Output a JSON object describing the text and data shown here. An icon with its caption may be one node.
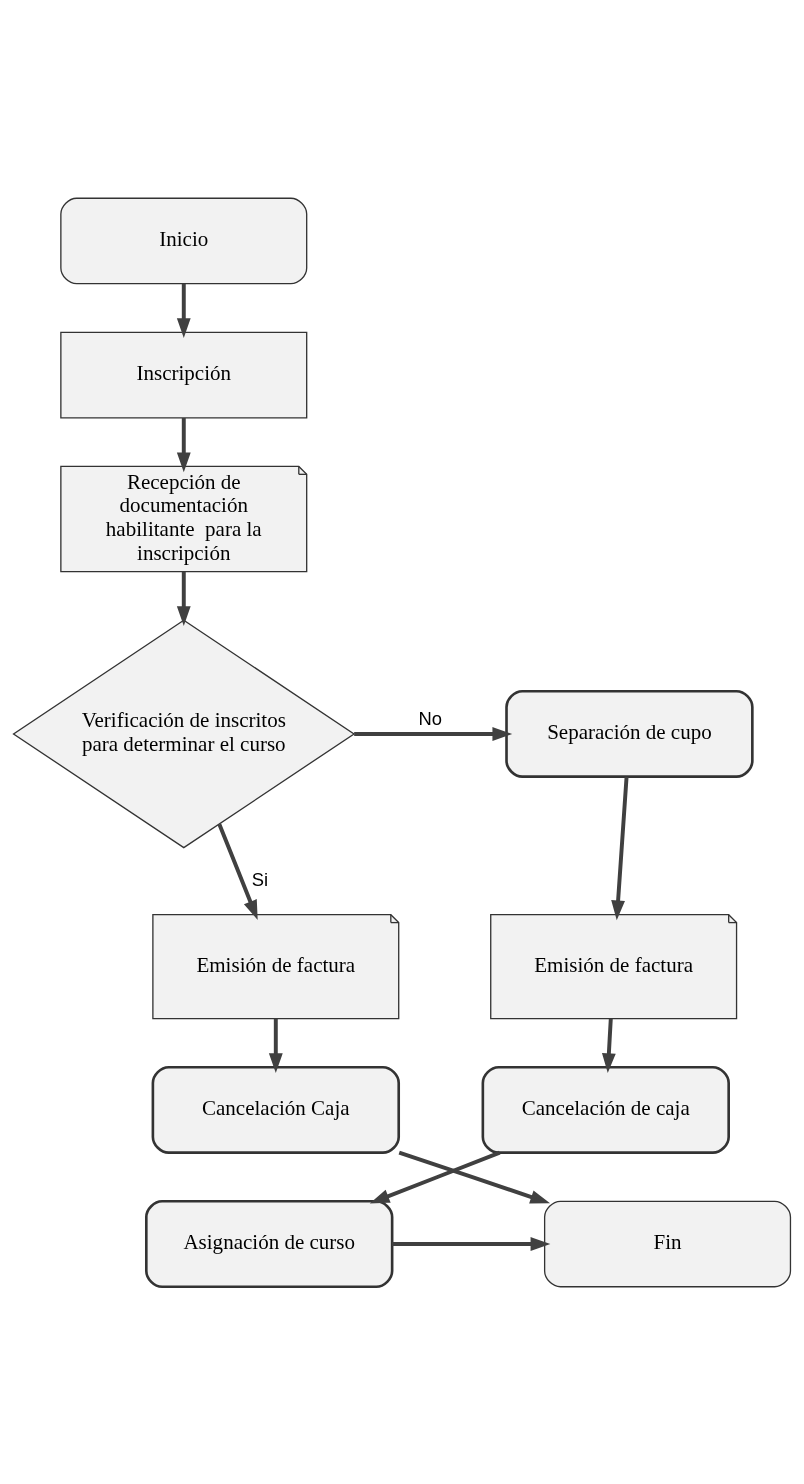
{
  "diagram": {
    "nodes": [
      {
        "text": [
          "Inicio"
        ]
      },
      {
        "text": [
          "Inscripción"
        ]
      },
      {
        "text": [
          "Recepción de documentación habilitante  para la inscripción"
        ]
      },
      {
        "text": [
          "Verificación de inscritos para determinar el curso"
        ]
      },
      {
        "text": [
          "Separación de cupo"
        ]
      },
      {
        "text": [
          "Emisión de factura"
        ]
      },
      {
        "text": [
          "Emisión de factura"
        ]
      },
      {
        "text": [
          "Cancelación de caja"
        ]
      },
      {
        "text": [
          "Cancelación Caja"
        ]
      },
      {
        "text": [
          "Asignación de curso"
        ]
      },
      {
        "text": [
          "Fin"
        ]
      }
    ],
    "edges": [
      {
        "from": 0,
        "to": 1,
        "arrow": "to"
      },
      {
        "from": 1,
        "to": 2,
        "arrow": "to"
      },
      {
        "from": 2,
        "to": 3,
        "arrow": "to"
      },
      {
        "from": 3,
        "to": 4,
        "arrow": "to",
        "label": "No"
      },
      {
        "from": 3,
        "to": 6,
        "arrow": "to",
        "label": "Si"
      },
      {
        "from": 4,
        "to": 5,
        "arrow": "to"
      },
      {
        "from": 5,
        "to": 7,
        "arrow": "to"
      },
      {
        "from": 7,
        "to": 9,
        "arrow": "to"
      },
      {
        "from": 6,
        "to": 8,
        "arrow": "to"
      },
      {
        "from": 8,
        "to": 10,
        "arrow": "to"
      },
      {
        "from": 9,
        "to": 10,
        "arrow": "to"
      }
    ]
  }
}
